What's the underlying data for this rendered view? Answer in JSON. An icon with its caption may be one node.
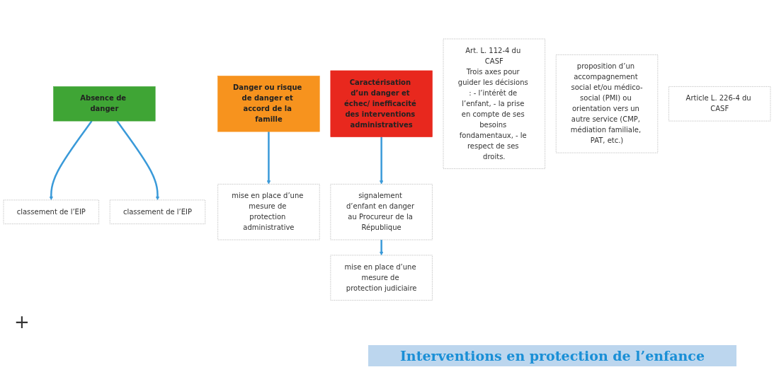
{
  "diagram": {
    "nodes": [
      {
        "text": [
          "Absence de danger"
        ]
      },
      {
        "text": [
          "Danger ou risque de danger et accord de la famille"
        ]
      },
      {
        "text": [
          "Caractérisation d’un danger et échec/ inefficacité des interventions administratives"
        ]
      },
      {
        "text": [
          "Art. L. 112-4 du CASF",
          "Trois axes pour guider les décisions : - l’intérêt de l’enfant, - la prise en compte de ses besoins fondamentaux, - le respect de ses droits."
        ]
      },
      {
        "text": [
          "classement de l’EIP"
        ]
      },
      {
        "text": [
          "classement de l’EIP"
        ]
      },
      {
        "text": [
          "proposition d’un accompagnement social et/ou médico-social (PMI) ou orientation vers un autre service (CMP, médiation familiale, PAT, etc.)"
        ]
      },
      {
        "text": [
          "mise en place d’une mesure de protection administrative"
        ]
      },
      {
        "text": [
          "Article L. 226-4 du CASF"
        ]
      },
      {
        "text": [
          "signalement d’enfant en danger au Procureur de la République"
        ]
      },
      {
        "text": [
          "mise en place d’une mesure de protection judiciaire"
        ]
      }
    ],
    "edges": [
      {
        "from": 0,
        "to": 4,
        "arrow": "to"
      },
      {
        "from": 0,
        "to": 5,
        "arrow": "to"
      },
      {
        "from": 1,
        "to": 7,
        "arrow": "to"
      },
      {
        "from": 2,
        "to": 9,
        "arrow": "to"
      },
      {
        "from": 9,
        "to": 10,
        "arrow": "to"
      }
    ],
    "labels": [
      "+"
    ],
    "caption": "Interventions en protection de l’enfance"
  }
}
